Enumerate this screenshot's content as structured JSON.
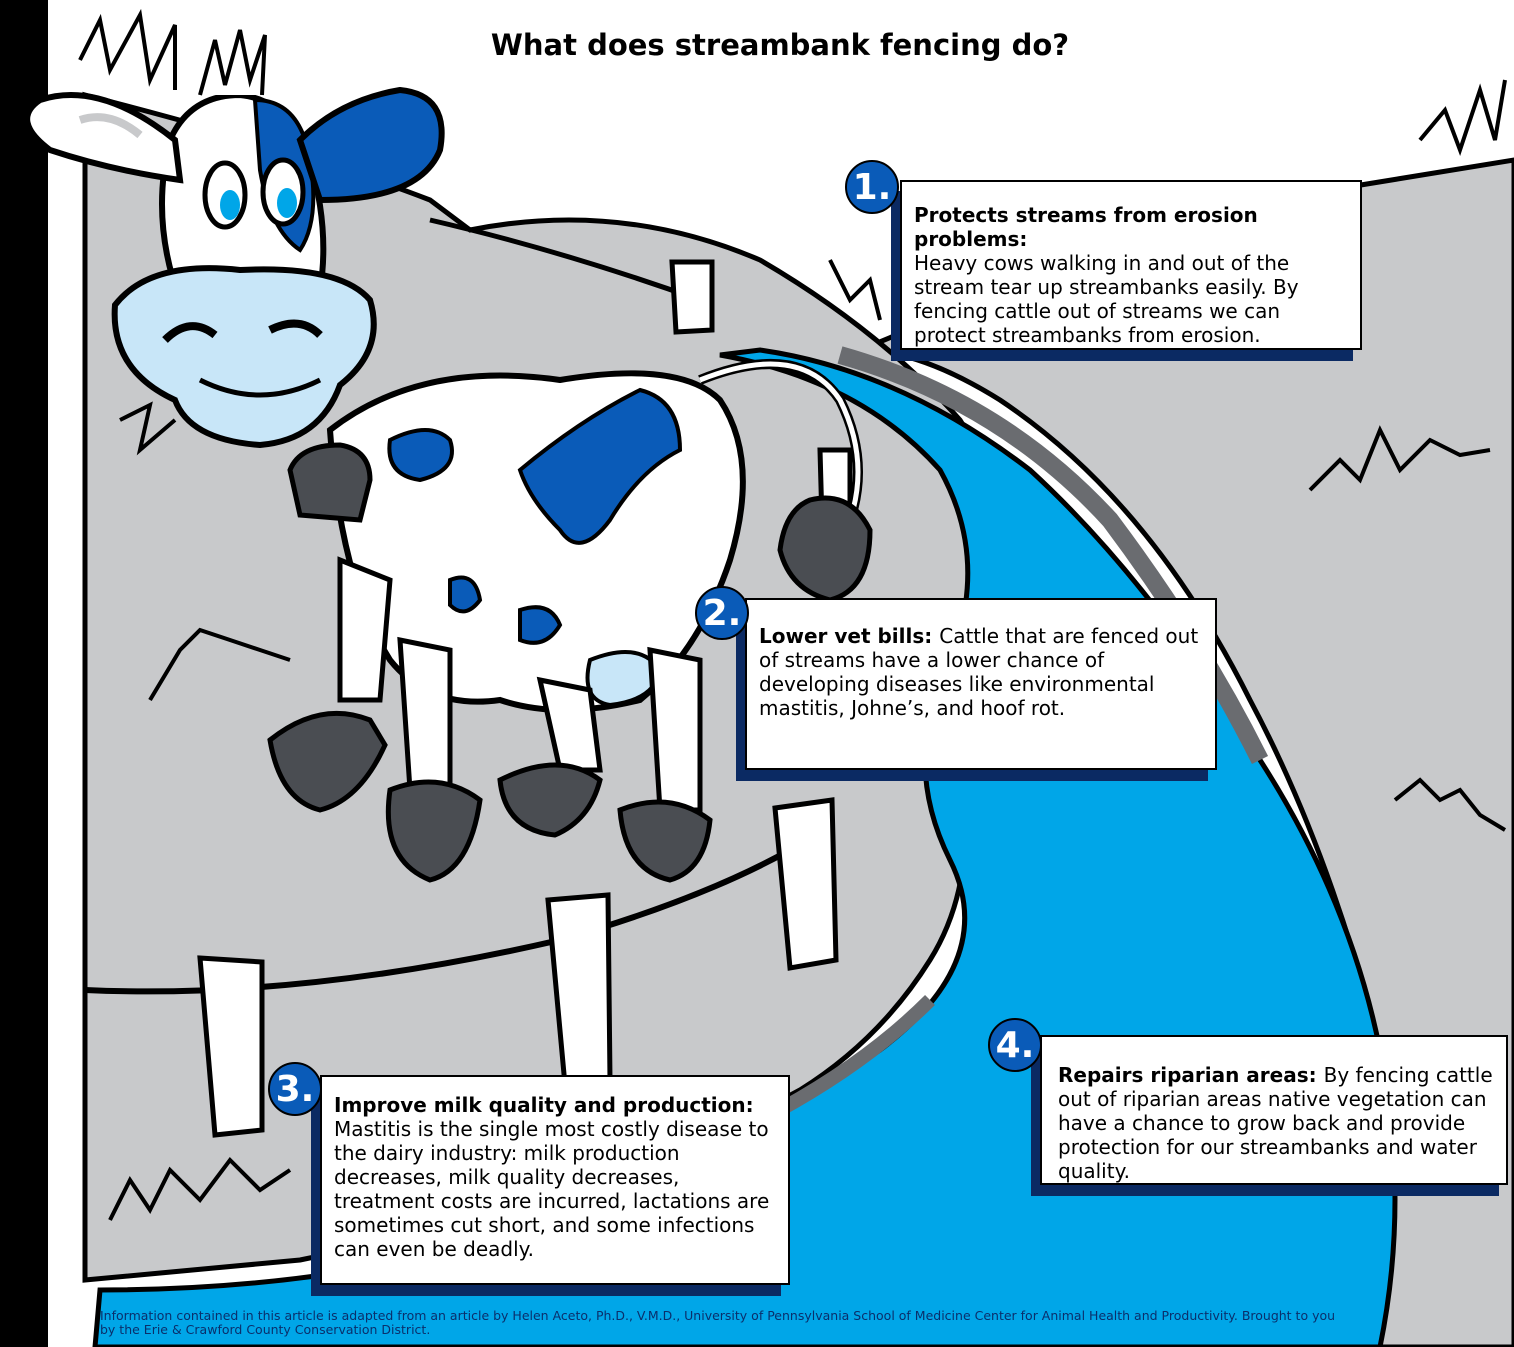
{
  "title": "What does streambank fencing do?",
  "colors": {
    "stream": "#00a6e8",
    "grass": "#c8c9cb",
    "cow_spots": "#0a5bb8",
    "muzzle": "#c8e6f8",
    "hooves": "#4a4d52",
    "card_shadow": "#0b2a63",
    "badge": "#0a5bb8"
  },
  "points": [
    {
      "number": "1.",
      "heading": "Protects streams from erosion problems:",
      "body": "Heavy cows walking in and out of the stream tear up streambanks easily.  By fencing cattle out of streams we can protect streambanks from erosion."
    },
    {
      "number": "2.",
      "heading": "Lower vet bills:",
      "body": "Cattle that are fenced out of streams have a lower chance of developing diseases like environmental mastitis, Johne’s, and hoof rot."
    },
    {
      "number": "3.",
      "heading": "Improve milk quality and production:",
      "body": "Mastitis is the single most costly disease to the dairy industry: milk production decreases, milk quality decreases, treatment costs are incurred, lactations are sometimes cut short, and some infections can even be deadly."
    },
    {
      "number": "4.",
      "heading": "Repairs riparian areas:",
      "body": "By fencing cattle out of riparian areas native vegetation can have a chance to grow back and provide protection for our streambanks and water quality."
    }
  ],
  "footer": "Information contained in this article is adapted from an article by Helen Aceto, Ph.D., V.M.D., University of Pennsylvania School of Medicine Center for Animal Health and Productivity. Brought to you by the Erie & Crawford County Conservation District."
}
